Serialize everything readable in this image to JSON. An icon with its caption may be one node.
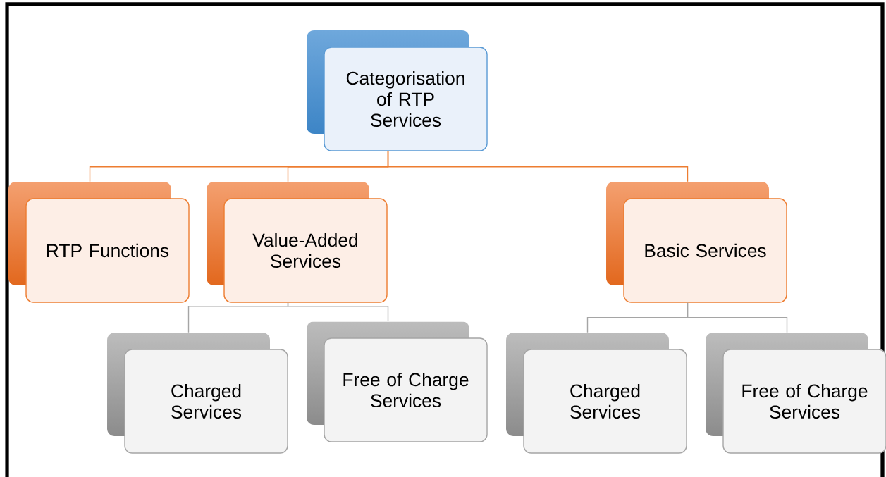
{
  "diagram": {
    "nodes": [
      {
        "text": [
          "Categorisation of RTP Services"
        ]
      },
      {
        "text": [
          "RTP Functions"
        ]
      },
      {
        "text": [
          "Value-Added Services"
        ]
      },
      {
        "text": [
          "Basic Services"
        ]
      },
      {
        "text": [
          "Charged Services"
        ]
      },
      {
        "text": [
          "Free of Charge Services"
        ]
      },
      {
        "text": [
          "Charged Services"
        ]
      },
      {
        "text": [
          "Free of Charge Services"
        ]
      }
    ],
    "edges": [
      {
        "from": 0,
        "to": 1,
        "arrow": "none",
        "color": "#ed7d31"
      },
      {
        "from": 0,
        "to": 2,
        "arrow": "none",
        "color": "#ed7d31"
      },
      {
        "from": 0,
        "to": 3,
        "arrow": "none",
        "color": "#ed7d31"
      },
      {
        "from": 2,
        "to": 4,
        "arrow": "none"
      },
      {
        "from": 2,
        "to": 5,
        "arrow": "none"
      },
      {
        "from": 3,
        "to": 6,
        "arrow": "none"
      },
      {
        "from": 3,
        "to": 7,
        "arrow": "none"
      }
    ]
  }
}
